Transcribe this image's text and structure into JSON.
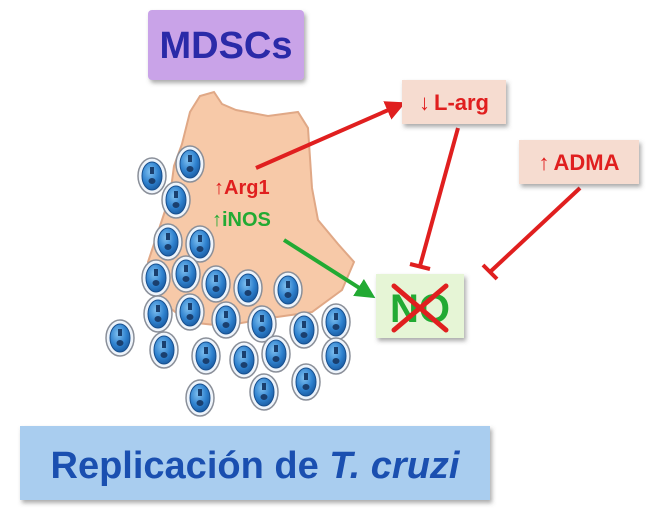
{
  "title_box": {
    "label": "MDSCs",
    "fill": "#c9a3e8",
    "text_color": "#2a2aa8"
  },
  "cell": {
    "fill": "#f7c9a8",
    "stroke": "#e0a886"
  },
  "markers": {
    "arg1": {
      "arrow": "↑",
      "label": "Arg1",
      "color": "#e01f1f"
    },
    "inos": {
      "arrow": "↑",
      "label": "iNOS",
      "color": "#22aa33"
    }
  },
  "boxes": {
    "larg": {
      "arrow": "↓",
      "label": "L-arg",
      "fill": "#f6dcd0",
      "text_color": "#e01f1f"
    },
    "adma": {
      "arrow": "↑",
      "label": "ADMA",
      "fill": "#f6dcd0",
      "text_color": "#e01f1f"
    },
    "no": {
      "label": "NO",
      "fill": "#e6f5d6",
      "text_color": "#22aa33",
      "cross_color": "#e01f1f"
    }
  },
  "bottom_box": {
    "label": "Replicación de ",
    "label_italic": "T. cruzi",
    "fill": "#a9cdef",
    "text_color": "#1a4fb0"
  },
  "connector_colors": {
    "inhibit": "#e01f1f",
    "produce": "#22aa33"
  },
  "parasite_icon": "trypanosoma-amastigote-icon"
}
